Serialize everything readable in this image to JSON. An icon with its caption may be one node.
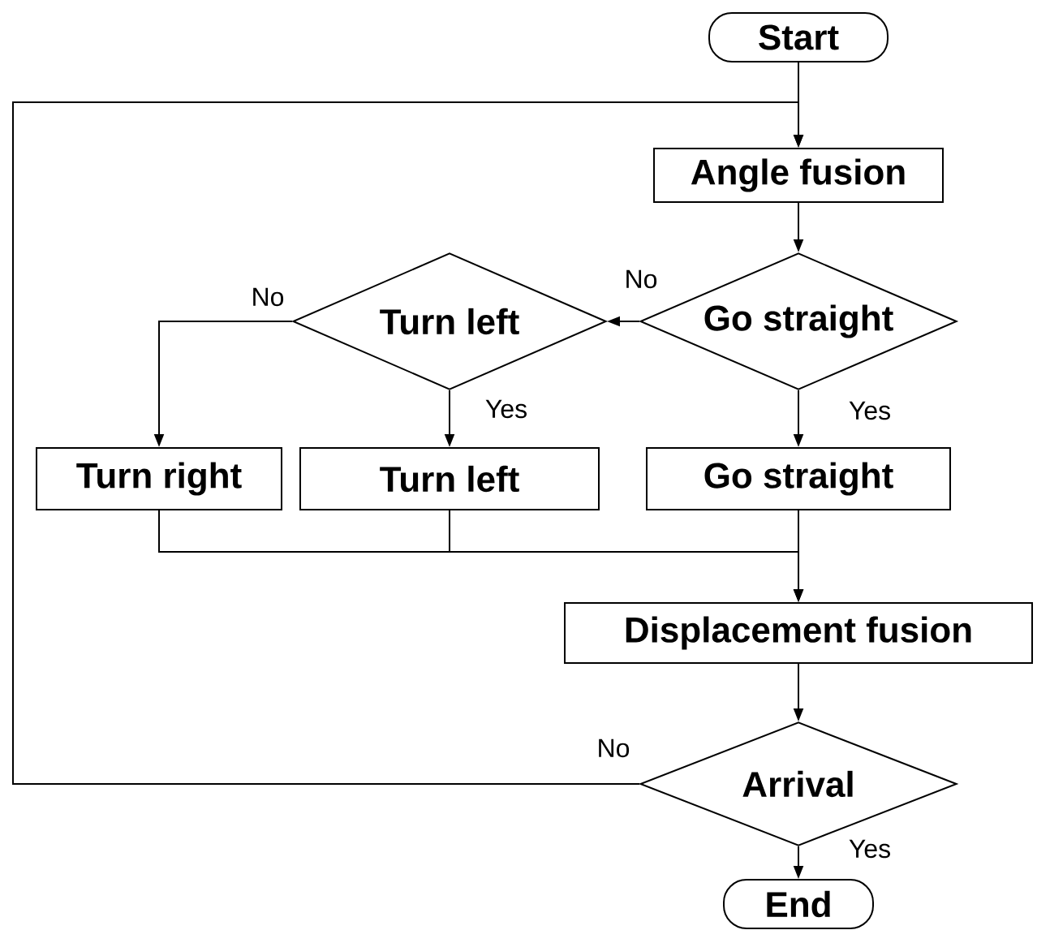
{
  "diagram": {
    "nodes": [
      {
        "text": [
          "Start"
        ]
      },
      {
        "text": [
          "Angle fusion"
        ]
      },
      {
        "text": [
          "Go straight"
        ]
      },
      {
        "text": [
          "Turn left"
        ]
      },
      {
        "text": [
          "Turn right"
        ]
      },
      {
        "text": [
          "Turn left"
        ]
      },
      {
        "text": [
          "Go straight"
        ]
      },
      {
        "text": [
          "Displacement fusion"
        ]
      },
      {
        "text": [
          "Arrival"
        ]
      },
      {
        "text": [
          "End"
        ]
      }
    ],
    "edges": [
      {
        "from": 0,
        "to": 1,
        "arrow": "to"
      },
      {
        "from": 1,
        "to": 2,
        "arrow": "to"
      },
      {
        "from": 2,
        "to": 3,
        "arrow": "to",
        "label": "No"
      },
      {
        "from": 2,
        "to": 6,
        "arrow": "to",
        "label": "Yes"
      },
      {
        "from": 3,
        "to": 4,
        "arrow": "to",
        "label": "No"
      },
      {
        "from": 3,
        "to": 5,
        "arrow": "to",
        "label": "Yes"
      },
      {
        "from": 4,
        "to": 7,
        "arrow": "to"
      },
      {
        "from": 5,
        "to": 7,
        "arrow": "to"
      },
      {
        "from": 6,
        "to": 7,
        "arrow": "to"
      },
      {
        "from": 7,
        "to": 8,
        "arrow": "to"
      },
      {
        "from": 8,
        "to": 9,
        "arrow": "to",
        "label": "Yes"
      },
      {
        "from": 8,
        "to": 1,
        "arrow": "to",
        "label": "No"
      }
    ]
  }
}
